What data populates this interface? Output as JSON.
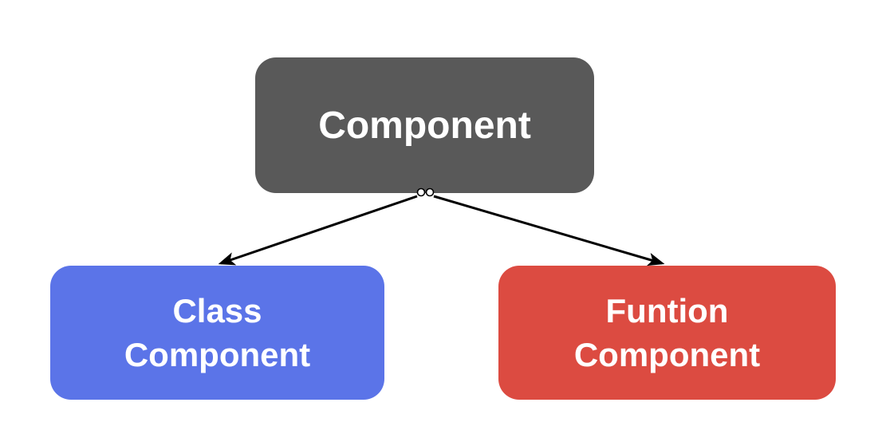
{
  "diagram": {
    "background": "#ffffff",
    "edge_color": "#000000",
    "connector_dot": {
      "fill": "#ffffff",
      "stroke": "#000000"
    },
    "nodes": [
      {
        "id": "component",
        "label": "Component",
        "color": "#595959",
        "text_color": "#ffffff"
      },
      {
        "id": "class-component",
        "lines": [
          "Class",
          "Component"
        ],
        "color": "#5b74e8",
        "text_color": "#ffffff"
      },
      {
        "id": "funtion-component",
        "lines": [
          "Funtion",
          "Component"
        ],
        "color": "#dc4b41",
        "text_color": "#ffffff"
      }
    ],
    "edges": [
      {
        "from": "component",
        "to": "class-component"
      },
      {
        "from": "component",
        "to": "funtion-component"
      }
    ]
  }
}
